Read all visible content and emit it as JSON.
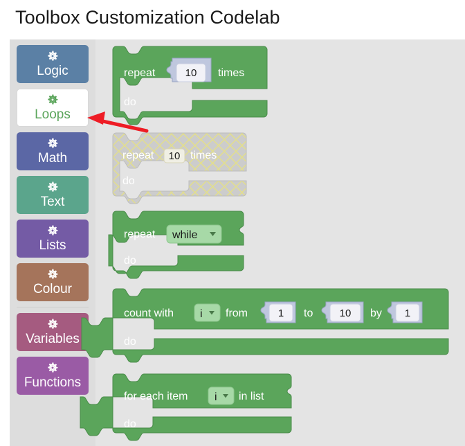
{
  "page": {
    "title": "Toolbox Customization Codelab",
    "background": "#ffffff"
  },
  "colors": {
    "workspace_bg": "#e4e4e4",
    "toolbox_bg": "#dddddd",
    "loops_green": "#5ba55b",
    "loops_green_dark": "#4a8c4a",
    "field_light_green": "#a7d9a7",
    "number_block": "#bfc7de",
    "number_block_dark": "#9aa5c4",
    "number_field": "#f2f2f7",
    "disabled_grey": "#cccccc",
    "disabled_hatch": "#e0dc8c",
    "arrow_red": "#ee1c25",
    "selected_text": "#5ba55b"
  },
  "toolbox": {
    "name": "blockly-toolbox",
    "categories": [
      {
        "label": "Logic",
        "color": "#5b80a5",
        "icon": "gear-icon",
        "selected": false
      },
      {
        "label": "Loops",
        "color": "#5ba55b",
        "icon": "gear-icon",
        "selected": true
      },
      {
        "label": "Math",
        "color": "#5b67a5",
        "icon": "gear-icon",
        "selected": false
      },
      {
        "label": "Text",
        "color": "#5ba58c",
        "icon": "gear-icon",
        "selected": false
      },
      {
        "label": "Lists",
        "color": "#745ba5",
        "icon": "gear-icon",
        "selected": false
      },
      {
        "label": "Colour",
        "color": "#a5745b",
        "icon": "gear-icon",
        "selected": false
      },
      {
        "label": "Variables",
        "color": "#a55b80",
        "icon": "gear-icon",
        "selected": false
      },
      {
        "label": "Functions",
        "color": "#9a5ba5",
        "icon": "gear-icon",
        "selected": false
      }
    ],
    "separator_after_index": 5
  },
  "flyout": {
    "name": "loops-flyout",
    "blocks": [
      {
        "id": "controls_repeat_ext",
        "text_1": "repeat",
        "value": "10",
        "text_2": "times",
        "text_do": "do",
        "disabled": false
      },
      {
        "id": "controls_repeat_disabled",
        "text_1": "repeat",
        "value": "10",
        "text_2": "times",
        "text_do": "do",
        "disabled": true
      },
      {
        "id": "controls_whileUntil",
        "text_1": "repeat",
        "dropdown": "while",
        "text_do": "do",
        "disabled": false
      },
      {
        "id": "controls_for",
        "text_1": "count with",
        "dropdown": "i",
        "text_from": "from",
        "value_from": "1",
        "text_to": "to",
        "value_to": "10",
        "text_by": "by",
        "value_by": "1",
        "text_do": "do",
        "disabled": false
      },
      {
        "id": "controls_forEach",
        "text_1": "for each item",
        "dropdown": "i",
        "text_2": "in list",
        "text_do": "do",
        "disabled": false
      }
    ]
  },
  "annotation": {
    "name": "red-arrow-pointing-to-loops",
    "points_to": "Loops",
    "color": "#ee1c25"
  }
}
